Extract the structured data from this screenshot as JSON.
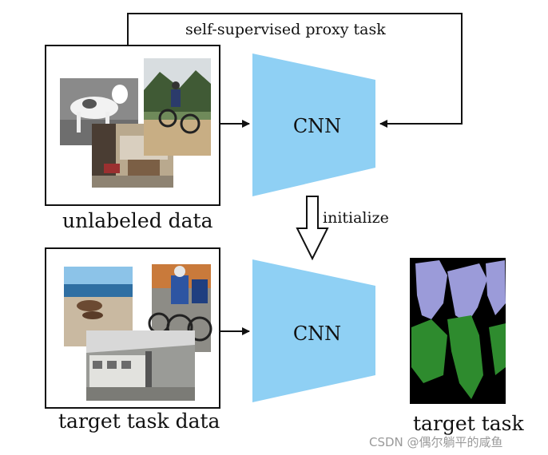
{
  "proxy_task_label": "self-supervised proxy task",
  "unlabeled_data_label": "unlabeled data",
  "initialize_label": "initialize",
  "target_task_data_label": "target task data",
  "target_task_label": "target task",
  "cnn_top_label": "CNN",
  "cnn_bottom_label": "CNN",
  "watermark": "CSDN @偶尔躺平的咸鱼",
  "colors": {
    "cnn_fill": "#8fd0f4",
    "segmentation_person": "#9b9bd9",
    "segmentation_bicycle": "#2e8b2e",
    "segmentation_background": "#000000"
  }
}
